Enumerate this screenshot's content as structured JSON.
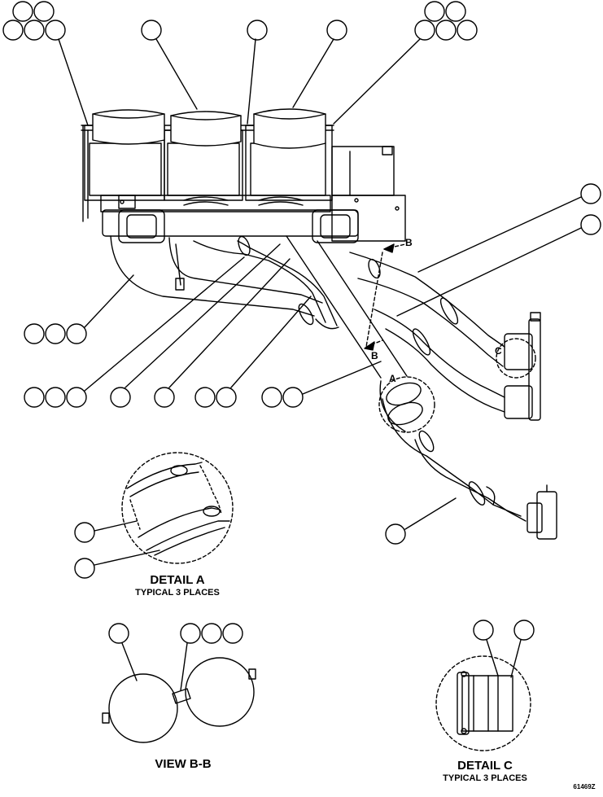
{
  "detail_a": {
    "title": "DETAIL A",
    "subtitle": "TYPICAL 3 PLACES"
  },
  "view_bb": {
    "title": "VIEW B-B"
  },
  "detail_c": {
    "title": "DETAIL C",
    "subtitle": "TYPICAL 3 PLACES"
  },
  "section_labels": {
    "b_top": "B",
    "b_lower": "B",
    "a": "A",
    "c": "C"
  },
  "drawing_number": "61469Z",
  "colors": {
    "line": "#000000",
    "background": "#ffffff"
  }
}
